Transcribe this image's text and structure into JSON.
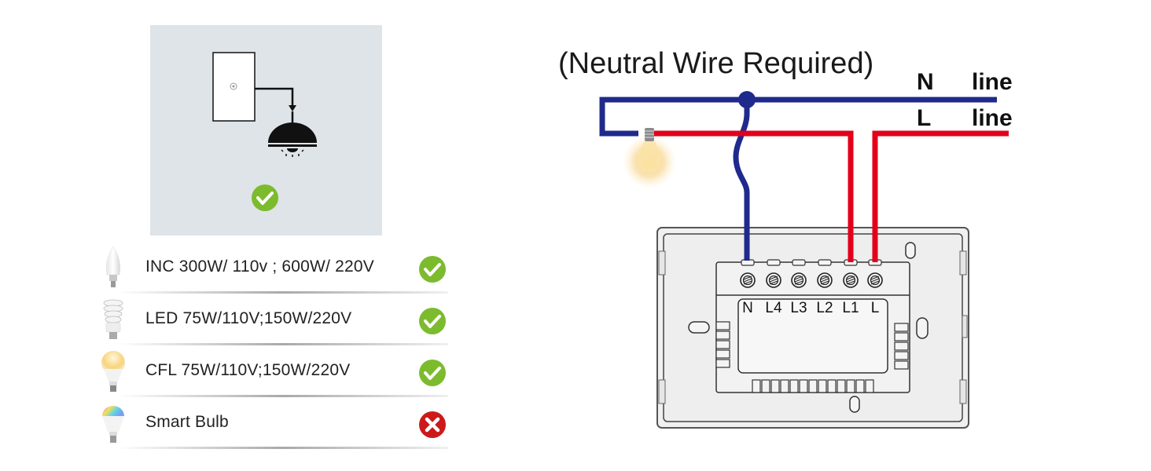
{
  "left_panel": {
    "illustration": "switch-to-pendant-lamp",
    "status": "check"
  },
  "compatibility": {
    "items": [
      {
        "bulb": "candle-bulb-icon",
        "label": "INC 300W/ 110v ; 600W/ 220V",
        "status": "check"
      },
      {
        "bulb": "spiral-cfl-icon",
        "label": "LED 75W/110V;150W/220V",
        "status": "check"
      },
      {
        "bulb": "warm-bulb-icon",
        "label": "CFL 75W/110V;150W/220V",
        "status": "check"
      },
      {
        "bulb": "rgb-smart-bulb-icon",
        "label": "Smart Bulb",
        "status": "cross"
      }
    ]
  },
  "wiring": {
    "title": "(Neutral Wire Required)",
    "n_label": "N",
    "l_label": "L",
    "n_line": "line",
    "l_line": "line",
    "terminals": [
      "N",
      "L4",
      "L3",
      "L2",
      "L1",
      "L"
    ]
  },
  "colors": {
    "neutral": "#1f2a8c",
    "live": "#e3001b",
    "check": "#7cbb2e",
    "cross": "#cc1a1a",
    "panel_bg": "#dee4e8"
  }
}
